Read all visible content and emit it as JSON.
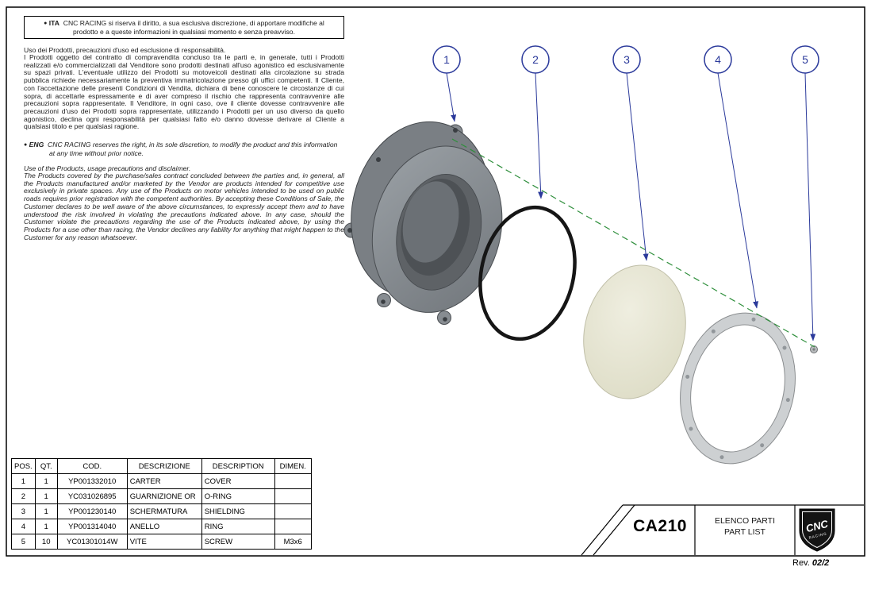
{
  "document": {
    "revision_label": "Rev.",
    "revision_value": "02/2"
  },
  "disclaimer": {
    "ita": {
      "bullet": "●",
      "label": "ITA",
      "notice": "CNC RACING si riserva il diritto, a sua esclusiva discrezione, di apportare modifiche al prodotto e a queste informazioni in qualsiasi momento e senza preavviso.",
      "heading": "Uso dei Prodotti, precauzioni d'uso ed esclusione di responsabilità.",
      "body": "I Prodotti oggetto del contratto di compravendita concluso tra le parti e, in generale, tutti i Prodotti realizzati e/o commercializzati dal Venditore sono prodotti destinati all'uso agonistico ed esclusivamente su spazi privati. L'eventuale utilizzo dei Prodotti su motoveicoli destinati alla circolazione su strada pubblica richiede necessariamente la preventiva immatricolazione presso gli uffici competenti. Il Cliente, con l'accettazione delle presenti Condizioni di Vendita, dichiara di bene conoscere le circostanze di cui sopra, di accettarle espressamente e di aver compreso il rischio che rappresenta contravvenire alle precauzioni sopra rappresentate. Il Venditore, in ogni caso, ove il cliente dovesse contravvenire alle precauzioni d'uso dei Prodotti sopra rappresentate, utilizzando i Prodotti per un uso diverso da quello agonistico, declina ogni responsabilità per qualsiasi fatto e/o danno dovesse derivare al Cliente a qualsiasi titolo e per qualsiasi ragione."
    },
    "eng": {
      "bullet": "●",
      "label": "ENG",
      "notice": "CNC RACING reserves the right, in its sole discretion, to modify the product and this information at any time without prior notice.",
      "heading": "Use of the Products, usage precautions and disclaimer.",
      "body": "The Products covered by the purchase/sales contract concluded between the parties and, in general, all the Products manufactured and/or marketed by the Vendor are products intended for competitive use exclusively in private spaces. Any use of the Products on motor vehicles intended to be used on public roads requires prior registration with the competent authorities. By accepting these Conditions of Sale, the Customer declares to be well aware of the above circumstances, to expressly accept them and to have understood the risk involved in violating the precautions indicated above. In any case, should the Customer violate the precautions regarding the use of the Products indicated above, by using the Products for a use other than racing, the Vendor declines any liability for anything that might happen to the Customer for any reason whatsoever."
    }
  },
  "balloons": [
    "1",
    "2",
    "3",
    "4",
    "5"
  ],
  "parts_table": {
    "headers": [
      "POS.",
      "QT.",
      "COD.",
      "DESCRIZIONE",
      "DESCRIPTION",
      "DIMEN."
    ],
    "rows": [
      [
        "1",
        "1",
        "YP001332010",
        "CARTER",
        "COVER",
        ""
      ],
      [
        "2",
        "1",
        "YC031026895",
        "GUARNIZIONE OR",
        "O-RING",
        ""
      ],
      [
        "3",
        "1",
        "YP001230140",
        "SCHERMATURA",
        "SHIELDING",
        ""
      ],
      [
        "4",
        "1",
        "YP001314040",
        "ANELLO",
        "RING",
        ""
      ],
      [
        "5",
        "10",
        "YC01301014W",
        "VITE",
        "SCREW",
        "M3x6"
      ]
    ]
  },
  "title_block": {
    "code": "CA210",
    "list_title_ita": "ELENCO PARTI",
    "list_title_eng": "PART LIST",
    "logo_text": "CNC",
    "logo_subtext": "RACING"
  },
  "colors": {
    "balloon_blue": "#2b3a9b",
    "axis_green": "#2f8f3c",
    "shielding_fill": "#e7e7d6",
    "cover_gray": "#8f949a",
    "ring_gray": "#cdd0d2"
  }
}
